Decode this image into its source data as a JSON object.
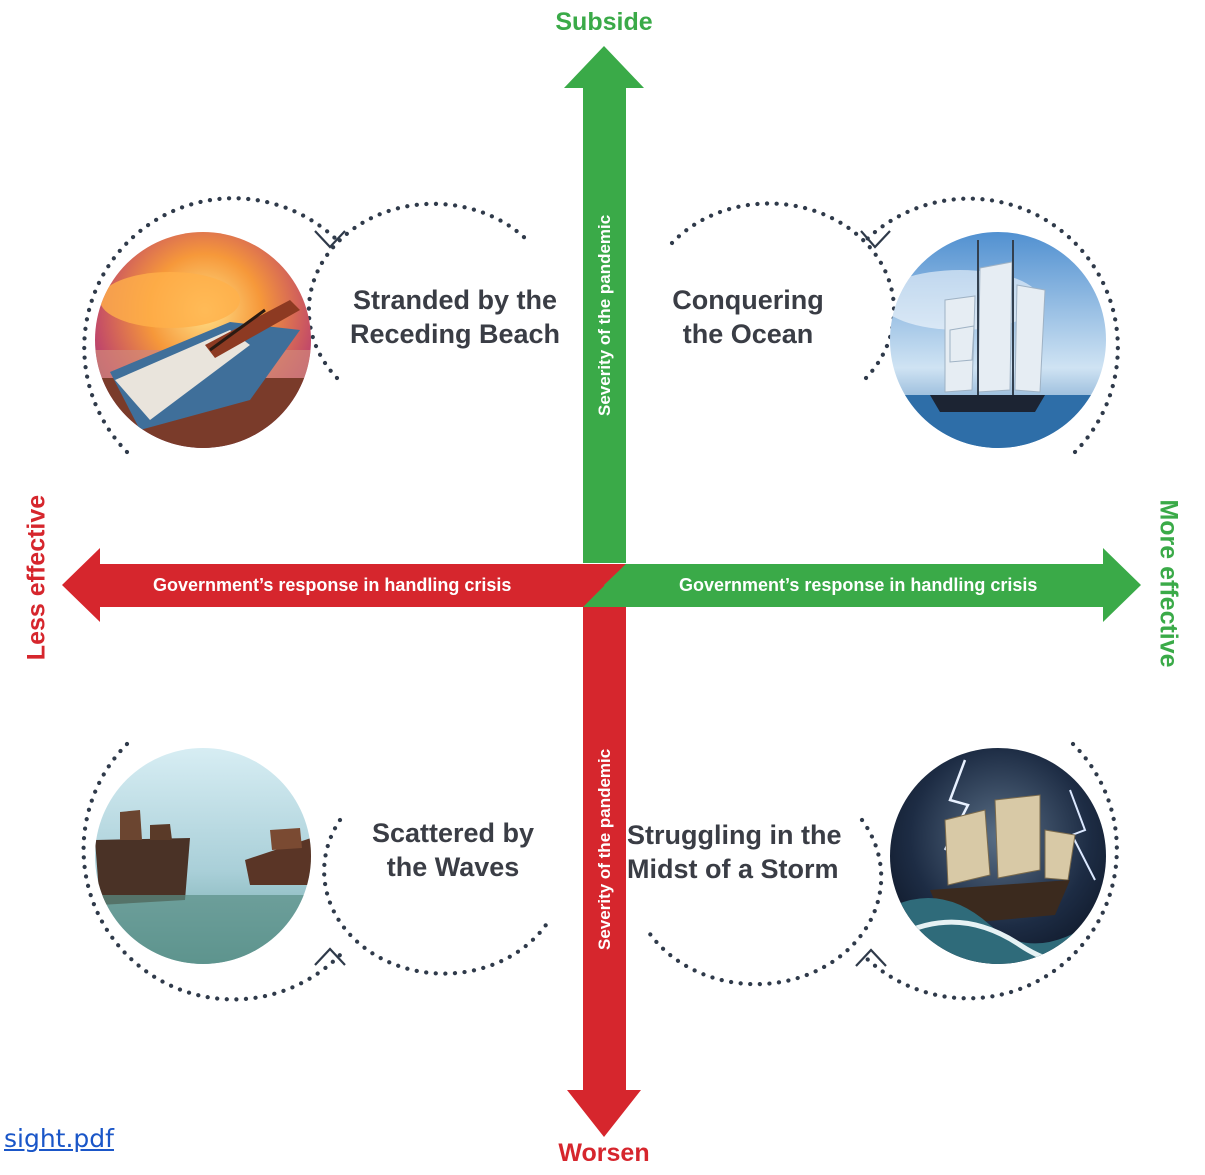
{
  "axes": {
    "top": "Subside",
    "bottom": "Worsen",
    "left": "Less effective",
    "right": "More effective",
    "vertical_arrow_label": "Severity of the pandemic",
    "horizontal_arrow_label": "Government’s response in handling crisis"
  },
  "quadrants": {
    "top_left": {
      "line1": "Stranded by the",
      "line2": "Receding Beach"
    },
    "top_right": {
      "line1": "Conquering",
      "line2": "the Ocean"
    },
    "bottom_left": {
      "line1": "Scattered by",
      "line2": "the Waves"
    },
    "bottom_right": {
      "line1": "Struggling in the",
      "line2": "Midst of a Storm"
    }
  },
  "footer": {
    "link_text": "sight.pdf"
  },
  "colors": {
    "green": "#3aaa48",
    "red": "#d6262d",
    "text": "#3a3d45",
    "dots": "#2f3a4a"
  }
}
